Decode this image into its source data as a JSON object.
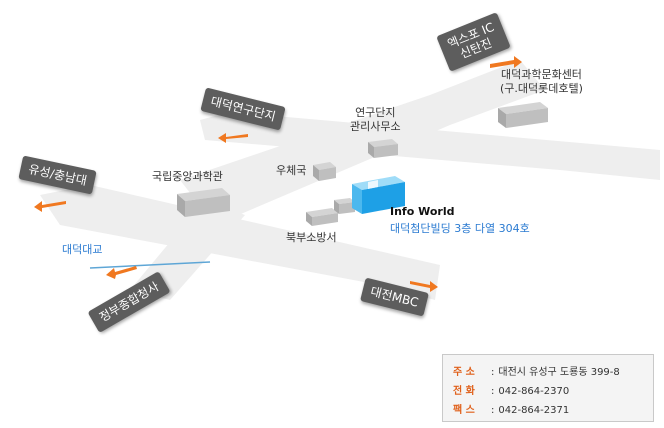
{
  "map": {
    "signs": {
      "expo_ic": "엑스포 IC\n신탄진",
      "daedeok_research": "대덕연구단지",
      "yuseong": "유성/충남대",
      "government_complex": "정부종합청사",
      "daejeon_mbc": "대전MBC"
    },
    "places": {
      "convention": "대덕과학문화센터\n(구.대덕롯데호텔)",
      "research_admin": "연구단지\n관리사무소",
      "science_museum": "국립중앙과학관",
      "post_office": "우체국",
      "fire_station": "북부소방서",
      "bridge": "대덕대교",
      "company": "Info World",
      "company_address": "대덕첨단빌딩 3층 다열 304호"
    },
    "colors": {
      "road": "#eeeeee",
      "arrow": "#f07820",
      "sign": "#5d5d5d",
      "target_building": "#1ea0e6"
    }
  },
  "contact": {
    "address_label": "주 소",
    "address": "대전시 유성구 도룡동 399-8",
    "phone_label": "전 화",
    "phone": "042-864-2370",
    "fax_label": "팩 스",
    "fax": "042-864-2371"
  }
}
